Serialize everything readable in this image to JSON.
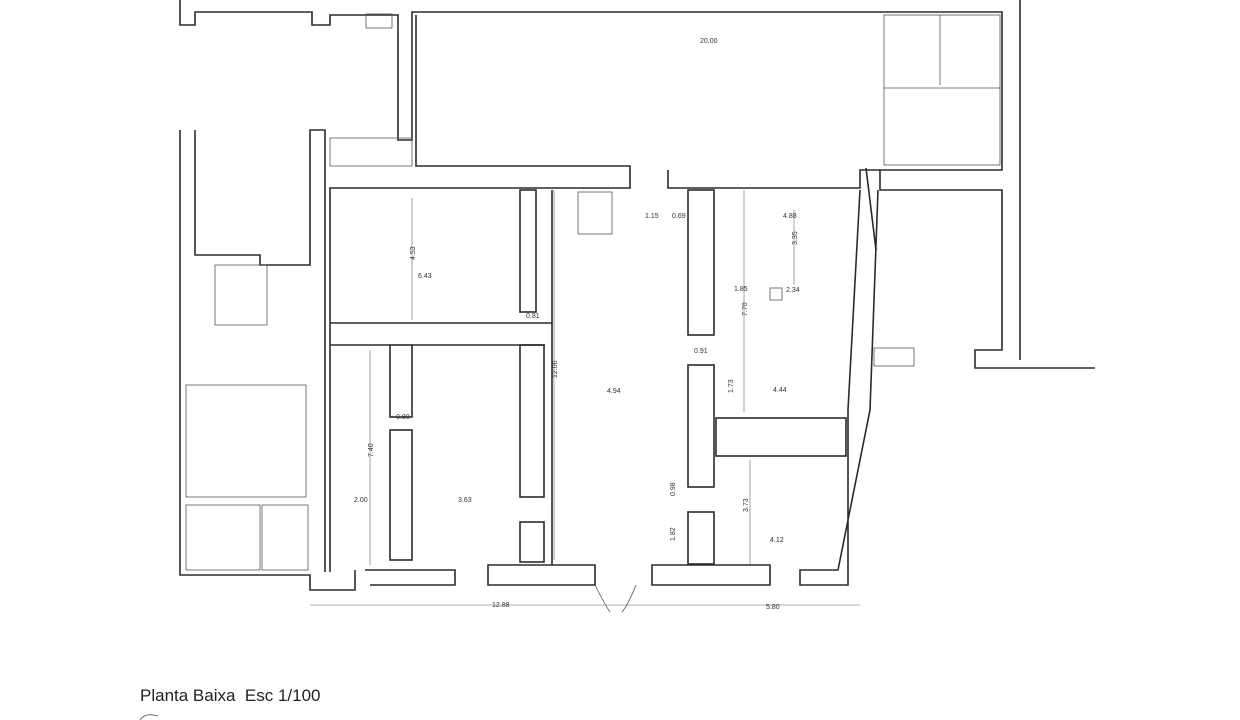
{
  "caption": {
    "title": "Planta Baixa",
    "scale": "Esc 1/100"
  },
  "dimensions": [
    {
      "id": "d1",
      "text": "20.00",
      "vertical": false
    },
    {
      "id": "d2",
      "text": "4.53",
      "vertical": true
    },
    {
      "id": "d3",
      "text": "6.43",
      "vertical": false
    },
    {
      "id": "d4",
      "text": "1.15",
      "vertical": false
    },
    {
      "id": "d5",
      "text": "0.69",
      "vertical": false
    },
    {
      "id": "d6",
      "text": "4.88",
      "vertical": false
    },
    {
      "id": "d7",
      "text": "3.35",
      "vertical": true
    },
    {
      "id": "d8",
      "text": "1.85",
      "vertical": false
    },
    {
      "id": "d9",
      "text": "7.70",
      "vertical": true
    },
    {
      "id": "d10",
      "text": "2.34",
      "vertical": false
    },
    {
      "id": "d11",
      "text": "0.81",
      "vertical": false
    },
    {
      "id": "d12",
      "text": "12.06",
      "vertical": true
    },
    {
      "id": "d13",
      "text": "0.91",
      "vertical": false
    },
    {
      "id": "d14",
      "text": "4.94",
      "vertical": false
    },
    {
      "id": "d15",
      "text": "1.73",
      "vertical": true
    },
    {
      "id": "d16",
      "text": "4.44",
      "vertical": false
    },
    {
      "id": "d17",
      "text": "0.80",
      "vertical": false
    },
    {
      "id": "d18",
      "text": "7.40",
      "vertical": true
    },
    {
      "id": "d19",
      "text": "2.00",
      "vertical": false
    },
    {
      "id": "d20",
      "text": "3.63",
      "vertical": false
    },
    {
      "id": "d21",
      "text": "0.98",
      "vertical": true
    },
    {
      "id": "d22",
      "text": "3.73",
      "vertical": true
    },
    {
      "id": "d23",
      "text": "1.82",
      "vertical": true
    },
    {
      "id": "d24",
      "text": "4.12",
      "vertical": false
    },
    {
      "id": "d25",
      "text": "12.88",
      "vertical": false
    },
    {
      "id": "d26",
      "text": "5.80",
      "vertical": false
    }
  ]
}
